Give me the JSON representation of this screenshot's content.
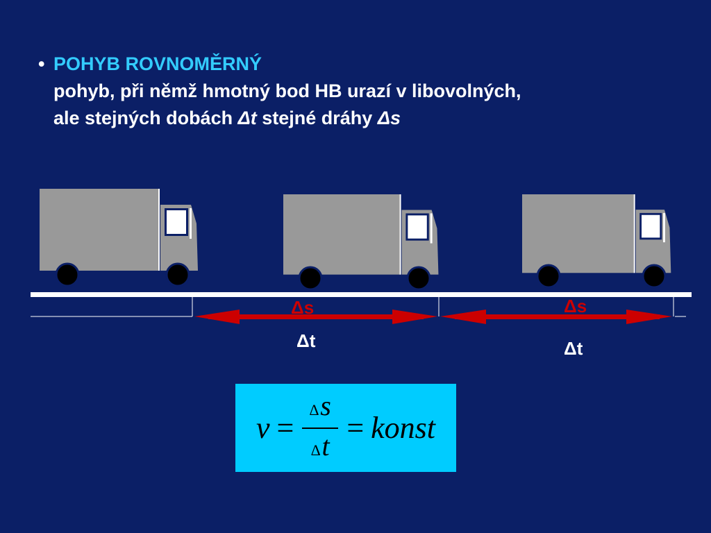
{
  "slide": {
    "bullet": "•",
    "heading": "POHYB ROVNOMĚRNÝ",
    "line1": "pohyb, při němž hmotný bod HB urazí v libovolných,",
    "line2_prefix": "ale stejných dobách",
    "line2_sym1": "Δt",
    "line2_mid": "stejné dráhy",
    "line2_sym2": "Δs"
  },
  "diagram": {
    "ds_label": "Δs",
    "dt_label": "Δt",
    "segments": [
      {
        "ds": "Δs",
        "dt": "Δt"
      },
      {
        "ds": "Δs",
        "dt": "Δt"
      }
    ],
    "colors": {
      "truck": "#999999",
      "arrow": "#cc0000",
      "track": "#ffffff",
      "wheel": "#000000"
    }
  },
  "formula": {
    "lhs": "v",
    "equals": "=",
    "num_delta": "∆",
    "num_var": "s",
    "den_delta": "∆",
    "den_var": "t",
    "rhs": "konst"
  }
}
